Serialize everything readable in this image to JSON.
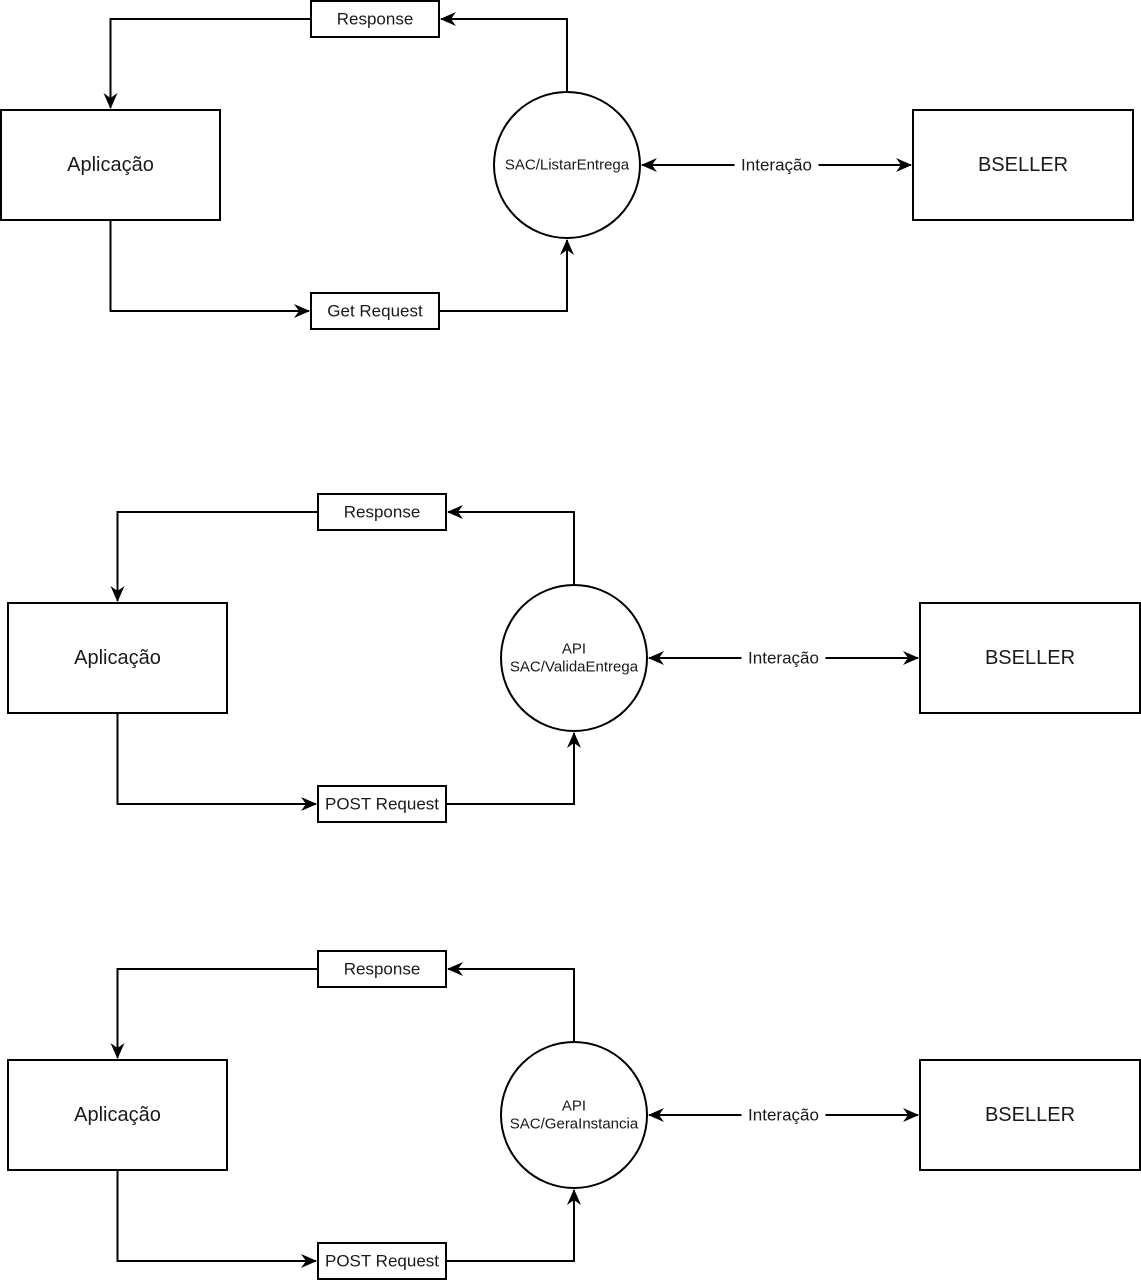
{
  "diagrams": [
    {
      "application": "Aplicação",
      "response": "Response",
      "request": "Get Request",
      "endpoint_lines": [
        "SAC/ListarEntrega"
      ],
      "interaction": "Interação",
      "external": "BSELLER"
    },
    {
      "application": "Aplicação",
      "response": "Response",
      "request": "POST Request",
      "endpoint_lines": [
        "API",
        "SAC/ValidaEntrega"
      ],
      "interaction": "Interação",
      "external": "BSELLER"
    },
    {
      "application": "Aplicação",
      "response": "Response",
      "request": "POST Request",
      "endpoint_lines": [
        "API",
        "SAC/GeraInstancia"
      ],
      "interaction": "Interação",
      "external": "BSELLER"
    }
  ],
  "colors": {
    "stroke": "#000000",
    "text": "#1a1a1a",
    "background": "#ffffff"
  }
}
